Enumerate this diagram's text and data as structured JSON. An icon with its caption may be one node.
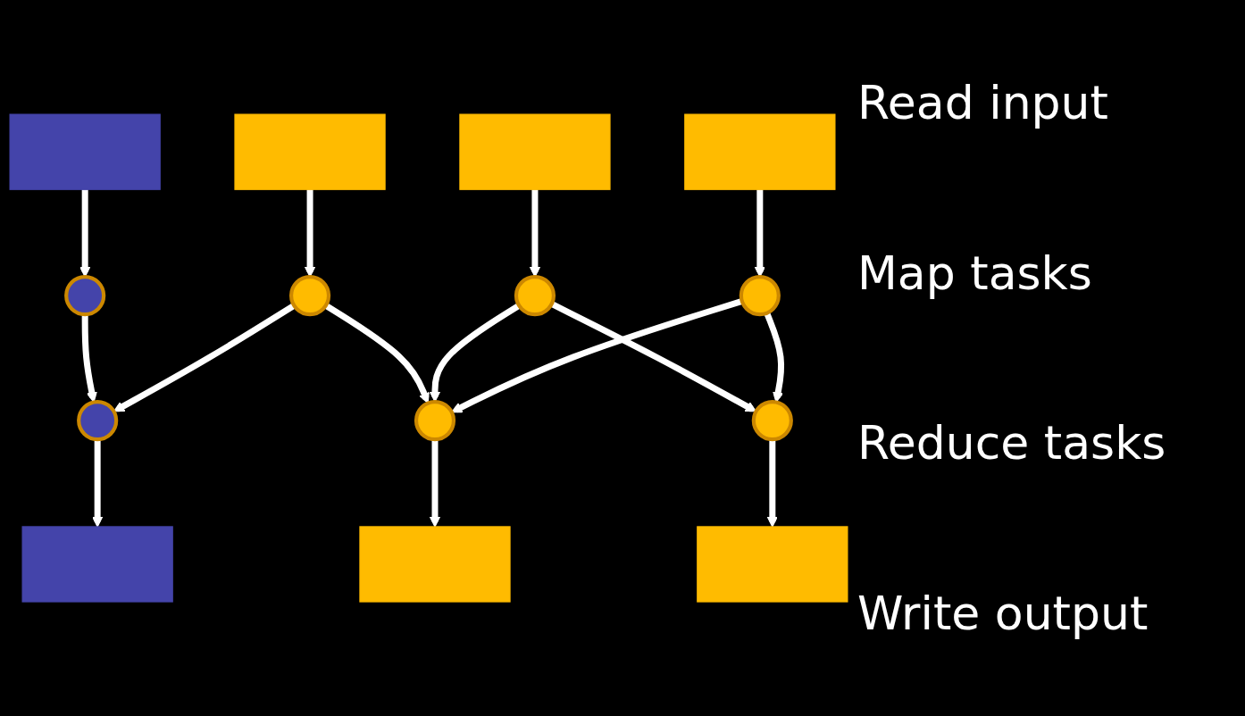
{
  "diagram": {
    "nodes": [
      {
        "text": [],
        "shape": "box"
      },
      {
        "text": [],
        "shape": "box"
      },
      {
        "text": [],
        "shape": "box"
      },
      {
        "text": [],
        "shape": "box"
      },
      {
        "text": [],
        "shape": "circle"
      },
      {
        "text": [],
        "shape": "circle"
      },
      {
        "text": [],
        "shape": "circle"
      },
      {
        "text": [],
        "shape": "circle"
      },
      {
        "text": [],
        "shape": "circle"
      },
      {
        "text": [],
        "shape": "circle"
      },
      {
        "text": [],
        "shape": "circle"
      },
      {
        "text": [],
        "shape": "box"
      },
      {
        "text": [],
        "shape": "box"
      },
      {
        "text": [],
        "shape": "box"
      }
    ],
    "edges": [
      {
        "from": 0,
        "to": 4,
        "arrow": "to"
      },
      {
        "from": 1,
        "to": 5,
        "arrow": "to"
      },
      {
        "from": 2,
        "to": 6,
        "arrow": "to"
      },
      {
        "from": 3,
        "to": 7,
        "arrow": "to"
      },
      {
        "from": 4,
        "to": 8,
        "arrow": "to"
      },
      {
        "from": 5,
        "to": 8,
        "arrow": "to"
      },
      {
        "from": 5,
        "to": 9,
        "arrow": "to"
      },
      {
        "from": 6,
        "to": 9,
        "arrow": "to"
      },
      {
        "from": 6,
        "to": 10,
        "arrow": "to"
      },
      {
        "from": 7,
        "to": 9,
        "arrow": "to"
      },
      {
        "from": 7,
        "to": 10,
        "arrow": "to"
      },
      {
        "from": 8,
        "to": 11,
        "arrow": "to"
      },
      {
        "from": 9,
        "to": 12,
        "arrow": "to"
      },
      {
        "from": 10,
        "to": 13,
        "arrow": "to"
      }
    ],
    "labels": [
      "Read input",
      "Map tasks",
      "Reduce tasks",
      "Write output"
    ]
  }
}
